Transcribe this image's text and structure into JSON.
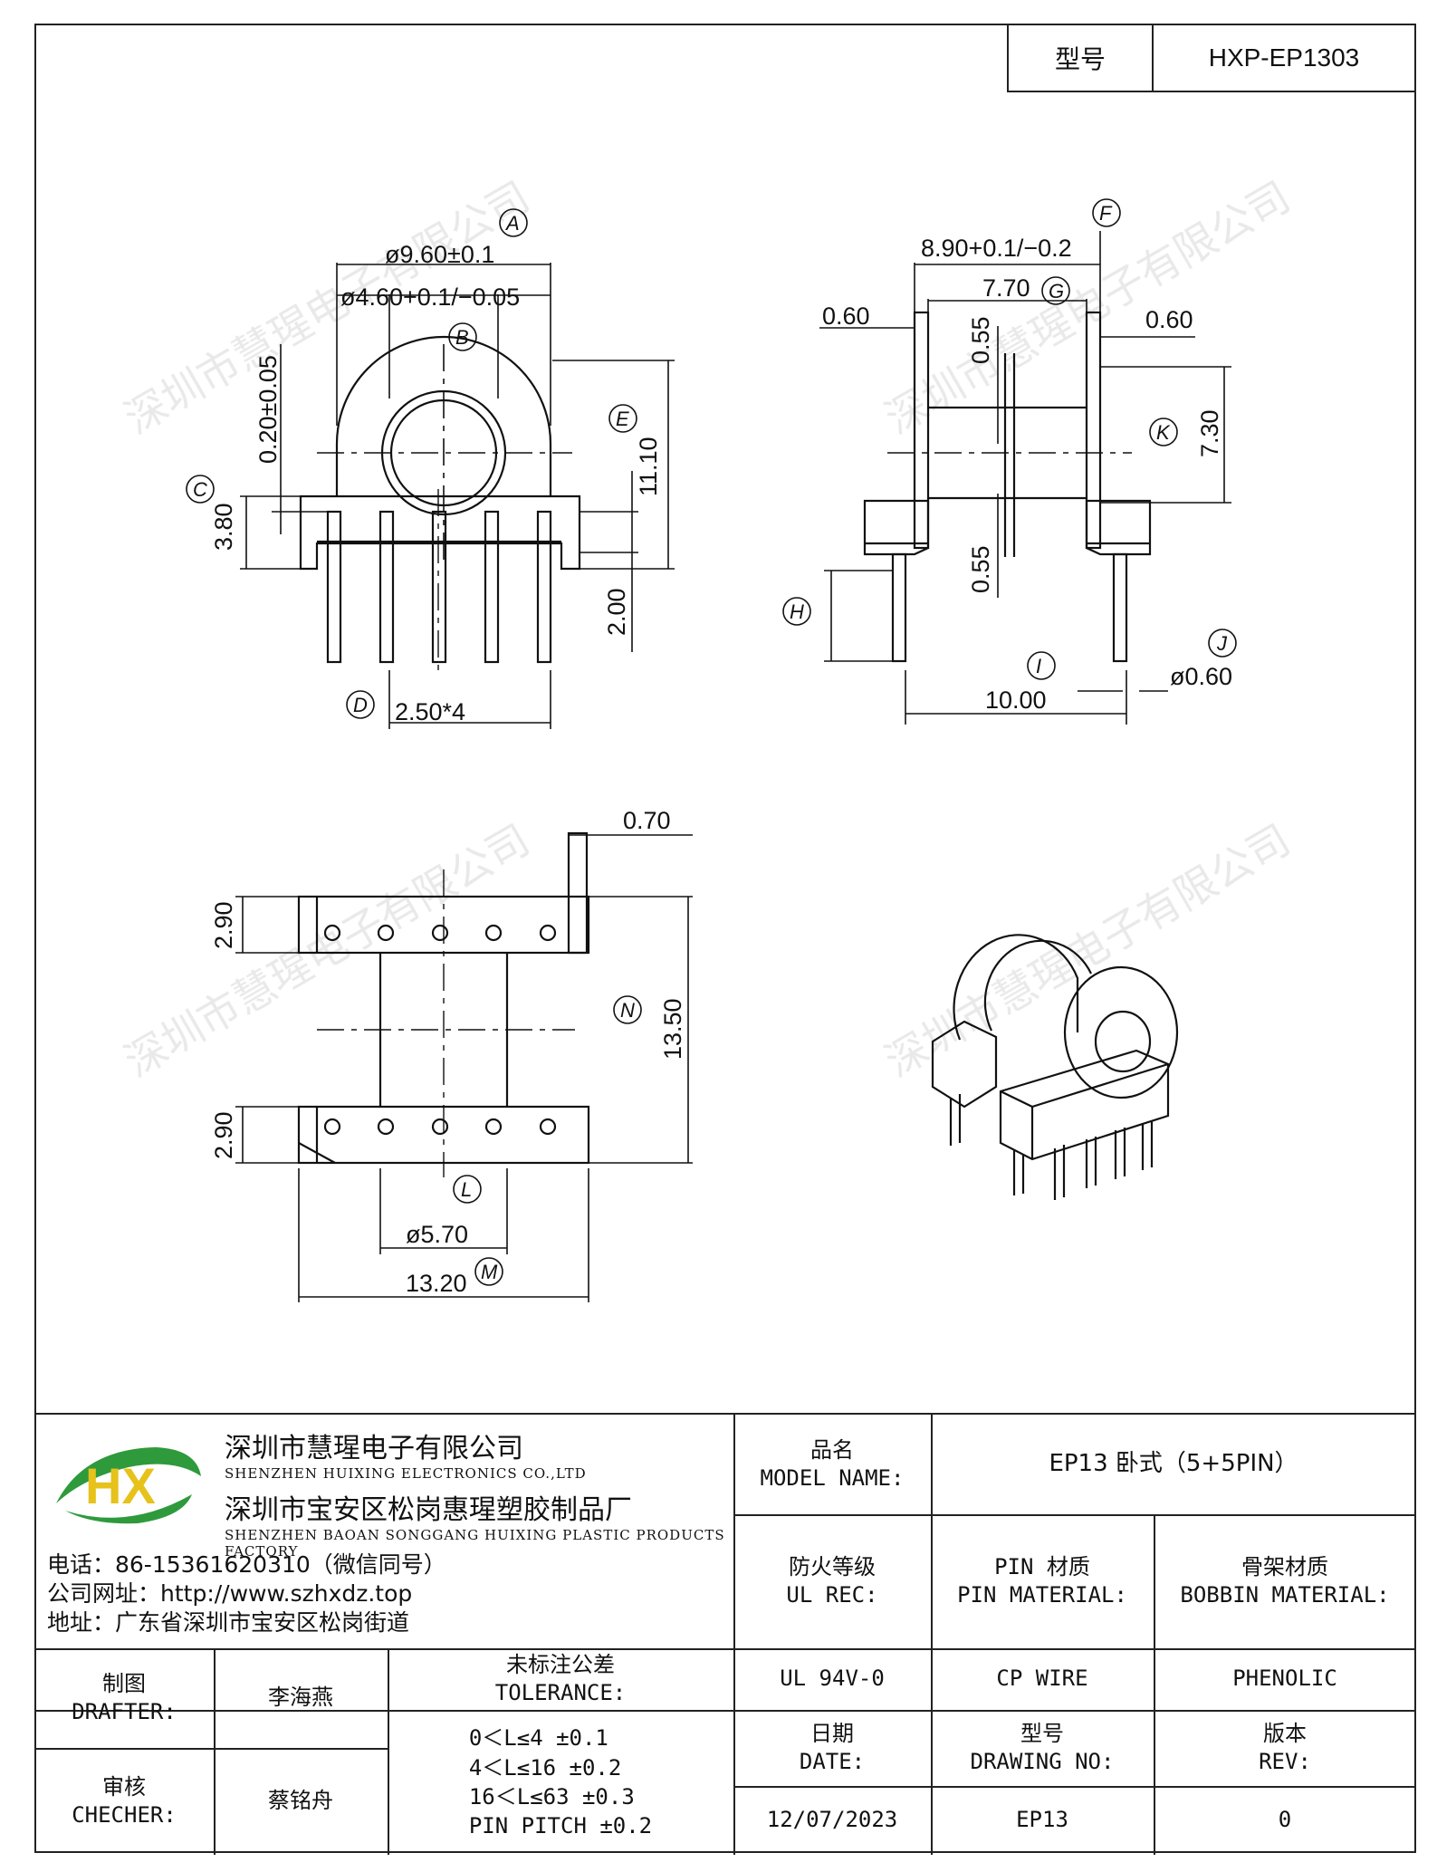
{
  "header": {
    "model_label": "型号",
    "model_value": "HXP-EP1303"
  },
  "drawing": {
    "dims": {
      "A": "ø9.60±0.1",
      "B": "ø4.60+0.1/−0.05",
      "C": "3.80",
      "C_top": "0.20±0.05",
      "D": "2.50*4",
      "E": "11.10",
      "E_low": "2.00",
      "F": "8.90+0.1/−0.2",
      "G": "7.70",
      "left060": "0.60",
      "right060": "0.60",
      "top055": "0.55",
      "low055": "0.55",
      "K": "7.30",
      "I": "10.00",
      "J": "ø0.60",
      "top070": "0.70",
      "top290": "2.90",
      "bot290": "2.90",
      "N": "13.50",
      "L": "ø5.70",
      "M": "13.20"
    },
    "markers": [
      "A",
      "B",
      "C",
      "D",
      "E",
      "F",
      "G",
      "H",
      "I",
      "J",
      "K",
      "L",
      "M",
      "N"
    ]
  },
  "title_block": {
    "company_cn_1": "深圳市慧瑆电子有限公司",
    "company_en_1": "SHENZHEN HUIXING ELECTRONICS CO.,LTD",
    "company_cn_2": "深圳市宝安区松岗惠瑆塑胶制品厂",
    "company_en_2": "SHENZHEN BAOAN SONGGANG HUIXING PLASTIC PRODUCTS FACTORY",
    "logo_text": "HX",
    "phone": "电话：86-15361620310（微信同号）",
    "website": "公司网址：http://www.szhxdz.top",
    "address": "地址：广东省深圳市宝安区松岗街道",
    "model_name_cn": "品名",
    "model_name_en": "MODEL NAME:",
    "model_name_value": "EP13 卧式（5+5PIN）",
    "ul_cn": "防火等级",
    "ul_en": "UL REC:",
    "pin_cn": "PIN 材质",
    "pin_en": "PIN MATERIAL:",
    "bobbin_cn": "骨架材质",
    "bobbin_en": "BOBBIN MATERIAL:",
    "ul_value": "UL 94V-0",
    "pin_value": "CP WIRE",
    "bobbin_value": "PHENOLIC",
    "drafter_cn": "制图",
    "drafter_en": "DRAFTER:",
    "drafter_value": "李海燕",
    "tolerance_cn": "未标注公差",
    "tolerance_en": "TOLERANCE:",
    "tolerance_lines": [
      "0＜L≤4   ±0.1",
      "4＜L≤16  ±0.2",
      "16＜L≤63 ±0.3",
      "PIN PITCH ±0.2"
    ],
    "checker_cn": "审核",
    "checker_en": "CHECHER:",
    "checker_value": "蔡铭舟",
    "date_cn": "日期",
    "date_en": "DATE:",
    "date_value": "12/07/2023",
    "drawing_no_cn": "型号",
    "drawing_no_en": "DRAWING NO:",
    "drawing_no_value": "EP13",
    "rev_cn": "版本",
    "rev_en": "REV:",
    "rev_value": "0"
  },
  "watermark": "深圳市慧瑆电子有限公司",
  "colors": {
    "logo_green": "#2e9a3c",
    "logo_yellow": "#e6c21a",
    "line": "#111111"
  }
}
